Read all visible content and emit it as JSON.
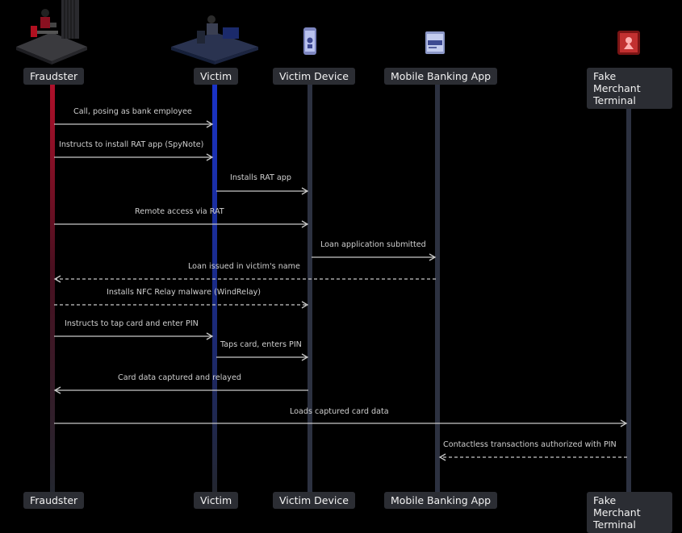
{
  "actors": [
    {
      "id": "fraudster",
      "label": "Fraudster",
      "icon": "hacker-at-desk-icon"
    },
    {
      "id": "victim",
      "label": "Victim",
      "icon": "person-at-computer-icon"
    },
    {
      "id": "device",
      "label": "Victim Device",
      "icon": "smartphone-icon"
    },
    {
      "id": "bank",
      "label": "Mobile Banking App",
      "icon": "credit-card-icon"
    },
    {
      "id": "terminal",
      "label": "Fake Merchant Terminal",
      "icon": "warning-terminal-icon"
    }
  ],
  "colors": {
    "fraudster_line": "#b0102a",
    "victim_line": "#1a33c8",
    "lifeline": "#2c3140",
    "header_bg": "#2b2d33",
    "arrow": "#c8c8c8"
  },
  "messages": [
    {
      "from": "fraudster",
      "to": "victim",
      "label": "Call, posing as bank employee",
      "style": "solid"
    },
    {
      "from": "fraudster",
      "to": "victim",
      "label": "Instructs to install RAT app (SpyNote)",
      "style": "solid"
    },
    {
      "from": "victim",
      "to": "device",
      "label": "Installs RAT app",
      "style": "solid"
    },
    {
      "from": "fraudster",
      "to": "device",
      "label": "Remote access via RAT",
      "style": "solid"
    },
    {
      "from": "device",
      "to": "bank",
      "label": "Loan application submitted",
      "style": "solid"
    },
    {
      "from": "bank",
      "to": "fraudster",
      "label": "Loan issued in victim's name",
      "style": "dashed"
    },
    {
      "from": "fraudster",
      "to": "device",
      "label": "Installs NFC Relay malware (WindRelay)",
      "style": "dashed"
    },
    {
      "from": "fraudster",
      "to": "victim",
      "label": "Instructs to tap card and enter PIN",
      "style": "solid"
    },
    {
      "from": "victim",
      "to": "device",
      "label": "Taps card, enters PIN",
      "style": "solid"
    },
    {
      "from": "device",
      "to": "fraudster",
      "label": "Card data captured and relayed",
      "style": "solid"
    },
    {
      "from": "fraudster",
      "to": "terminal",
      "label": "Loads captured card data",
      "style": "solid"
    },
    {
      "from": "terminal",
      "to": "bank",
      "label": "Contactless transactions authorized with PIN",
      "style": "dashed"
    }
  ]
}
